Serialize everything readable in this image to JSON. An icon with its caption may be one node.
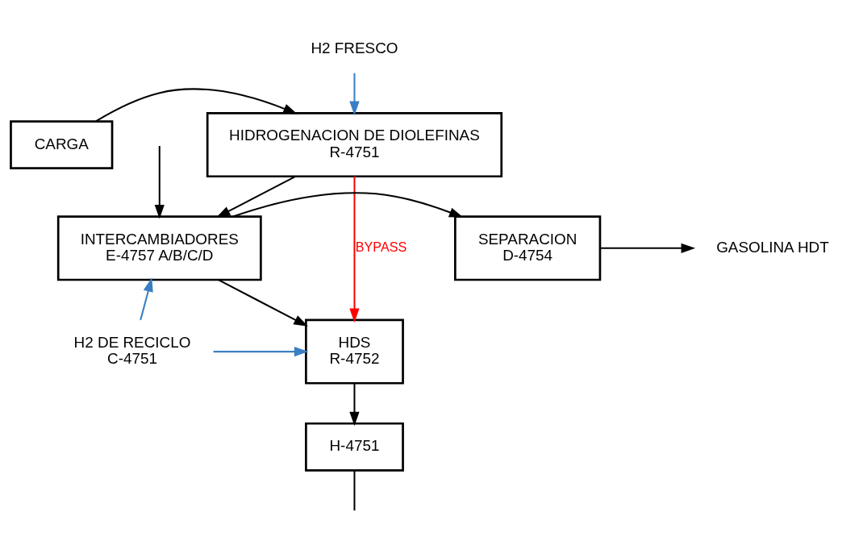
{
  "diagram": {
    "nodes": [
      {
        "text": [
          "CARGA"
        ]
      },
      {
        "text": [
          "HIDROGENACION DE DIOLEFINAS",
          "R-4751"
        ]
      },
      {
        "text": [
          "INTERCAMBIADORES",
          "E-4757 A/B/C/D"
        ]
      },
      {
        "text": [
          "SEPARACION",
          "D-4754"
        ]
      },
      {
        "text": [
          "GASOLINA HDT"
        ]
      },
      {
        "text": [
          "HDS",
          "R-4752"
        ]
      },
      {
        "text": [
          "H-4751"
        ]
      },
      {
        "text": [
          "H2 FRESCO"
        ]
      },
      {
        "text": [
          "H2 DE RECICLO",
          "C-4751"
        ]
      }
    ],
    "edges": [
      {
        "from": 0,
        "to": 1,
        "arrow": "to"
      },
      {
        "from": 7,
        "to": 1,
        "arrow": "to",
        "color": "#3a7fc1"
      },
      {
        "from": 1,
        "to": 2,
        "arrow": "to"
      },
      {
        "from": 8,
        "to": 2,
        "arrow": "to",
        "color": "#3a7fc1"
      },
      {
        "from": 1,
        "to": 5,
        "arrow": "to",
        "label": "BYPASS",
        "color": "#ff0000"
      },
      {
        "from": 2,
        "to": 3,
        "arrow": "to"
      },
      {
        "from": 3,
        "to": 4,
        "arrow": "to"
      },
      {
        "from": 2,
        "to": 5,
        "arrow": "to"
      },
      {
        "from": 8,
        "to": 5,
        "arrow": "to",
        "color": "#3a7fc1"
      },
      {
        "from": 5,
        "to": 6,
        "arrow": "to"
      },
      {
        "from": 6,
        "to": null,
        "arrow": "none"
      },
      {
        "from": null,
        "to": 2,
        "arrow": "to"
      }
    ]
  }
}
